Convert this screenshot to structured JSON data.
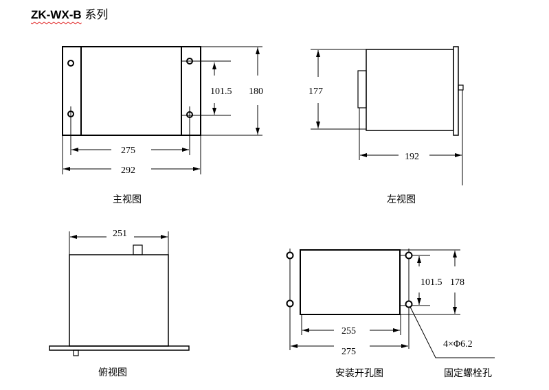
{
  "title": {
    "model": "ZK-WX-B",
    "series": "系列"
  },
  "front_view": {
    "caption": "主视图",
    "dims": {
      "hole_spacing_v": "101.5",
      "height": "180",
      "hole_spacing_h": "275",
      "width": "292"
    }
  },
  "side_view": {
    "caption": "左视图",
    "dims": {
      "height": "177",
      "depth": "192"
    }
  },
  "top_view": {
    "caption": "俯视图",
    "dims": {
      "width": "251"
    }
  },
  "cutout_view": {
    "caption": "安装开孔图",
    "dims": {
      "hole_spacing_v": "101.5",
      "height": "178",
      "cut_width": "255",
      "hole_spacing_h": "275"
    },
    "hole_note": "4×Φ6.2",
    "hole_label": "固定螺栓孔"
  }
}
